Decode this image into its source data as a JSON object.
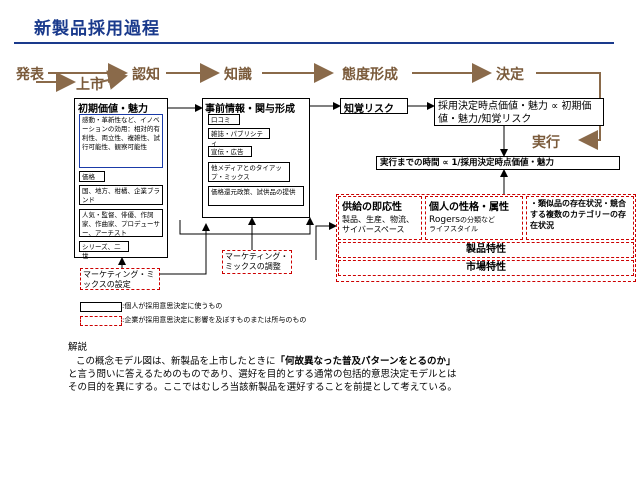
{
  "title": "新製品採用過程",
  "stages": {
    "hatsubai": "発表",
    "joushi": "上市",
    "ninchi": "認知",
    "chishiki": "知識",
    "taido": "態度形成",
    "kettei": "決定",
    "jikkou": "実行"
  },
  "boxes": {
    "initial": {
      "header": "初期価値・魅力",
      "appeal": "感動・革新性など、イノベーションの効用：相対的有利性、両立性、複雑性、試行可能性、観察可能性",
      "price": "価格",
      "brand": "国、地方、柑橘、企業ブランド",
      "people": "人気・監督、俳優、作詞家、作曲家、プロデューサー、アーチスト",
      "series": "シリーズ、二世"
    },
    "prior": {
      "header": "事前情報・関与形成",
      "items": [
        "口コミ",
        "雑誌・パブリシティ",
        "宣伝・広告",
        "他メディアとのタイアップ・ミックス",
        "価格還元政策、試供品の提供"
      ]
    },
    "perceived_risk": "知覚リスク",
    "decision_point": "採用決定時点価値・魅力 ∝ 初期価値・魅力/知覚リスク",
    "time_to_exec": "実行までの時間 ∝ 1/採用決定時点価値・魅力",
    "supply": {
      "header": "供給の即応性",
      "body": "製品、生産、物流、サイバースペース"
    },
    "individual": {
      "header": "個人の性格・属性",
      "rogers": "Rogers",
      "rogers_rest": "の分類など",
      "lifestyle": "ライフスタイル"
    },
    "similar": {
      "body": "・類似品の存在状況・競合する複数のカテゴリーの存在状況"
    },
    "product_char": "製品特性",
    "market_char": "市場特性",
    "mix_set": "マーケティング・ミックスの設定",
    "mix_adjust": "マーケティング・ミックスの調整"
  },
  "legend": {
    "solid": ":個人が採用意思決定に使うもの",
    "dashed": ":企業が採用意思決定に影響を及ぼすものまたは所与のもの"
  },
  "explanation": {
    "heading": "解説",
    "line1_a": "この概念モデル図は、新製品を上市したときに",
    "line1_b": "「何故異なった普及パターンをとるのか」",
    "line2": "と言う問いに答えるためのものであり、選好を目的とする通常の包括的意思決定モデルとは",
    "line3": "その目的を異にする。ここではむしろ当該新製品を選好することを前提として考えている。"
  },
  "colors": {
    "title": "#1a3a8c",
    "stage": "#7a5a3a",
    "dashed": "#cc0000",
    "appeal_border": "#1a3aa8"
  }
}
